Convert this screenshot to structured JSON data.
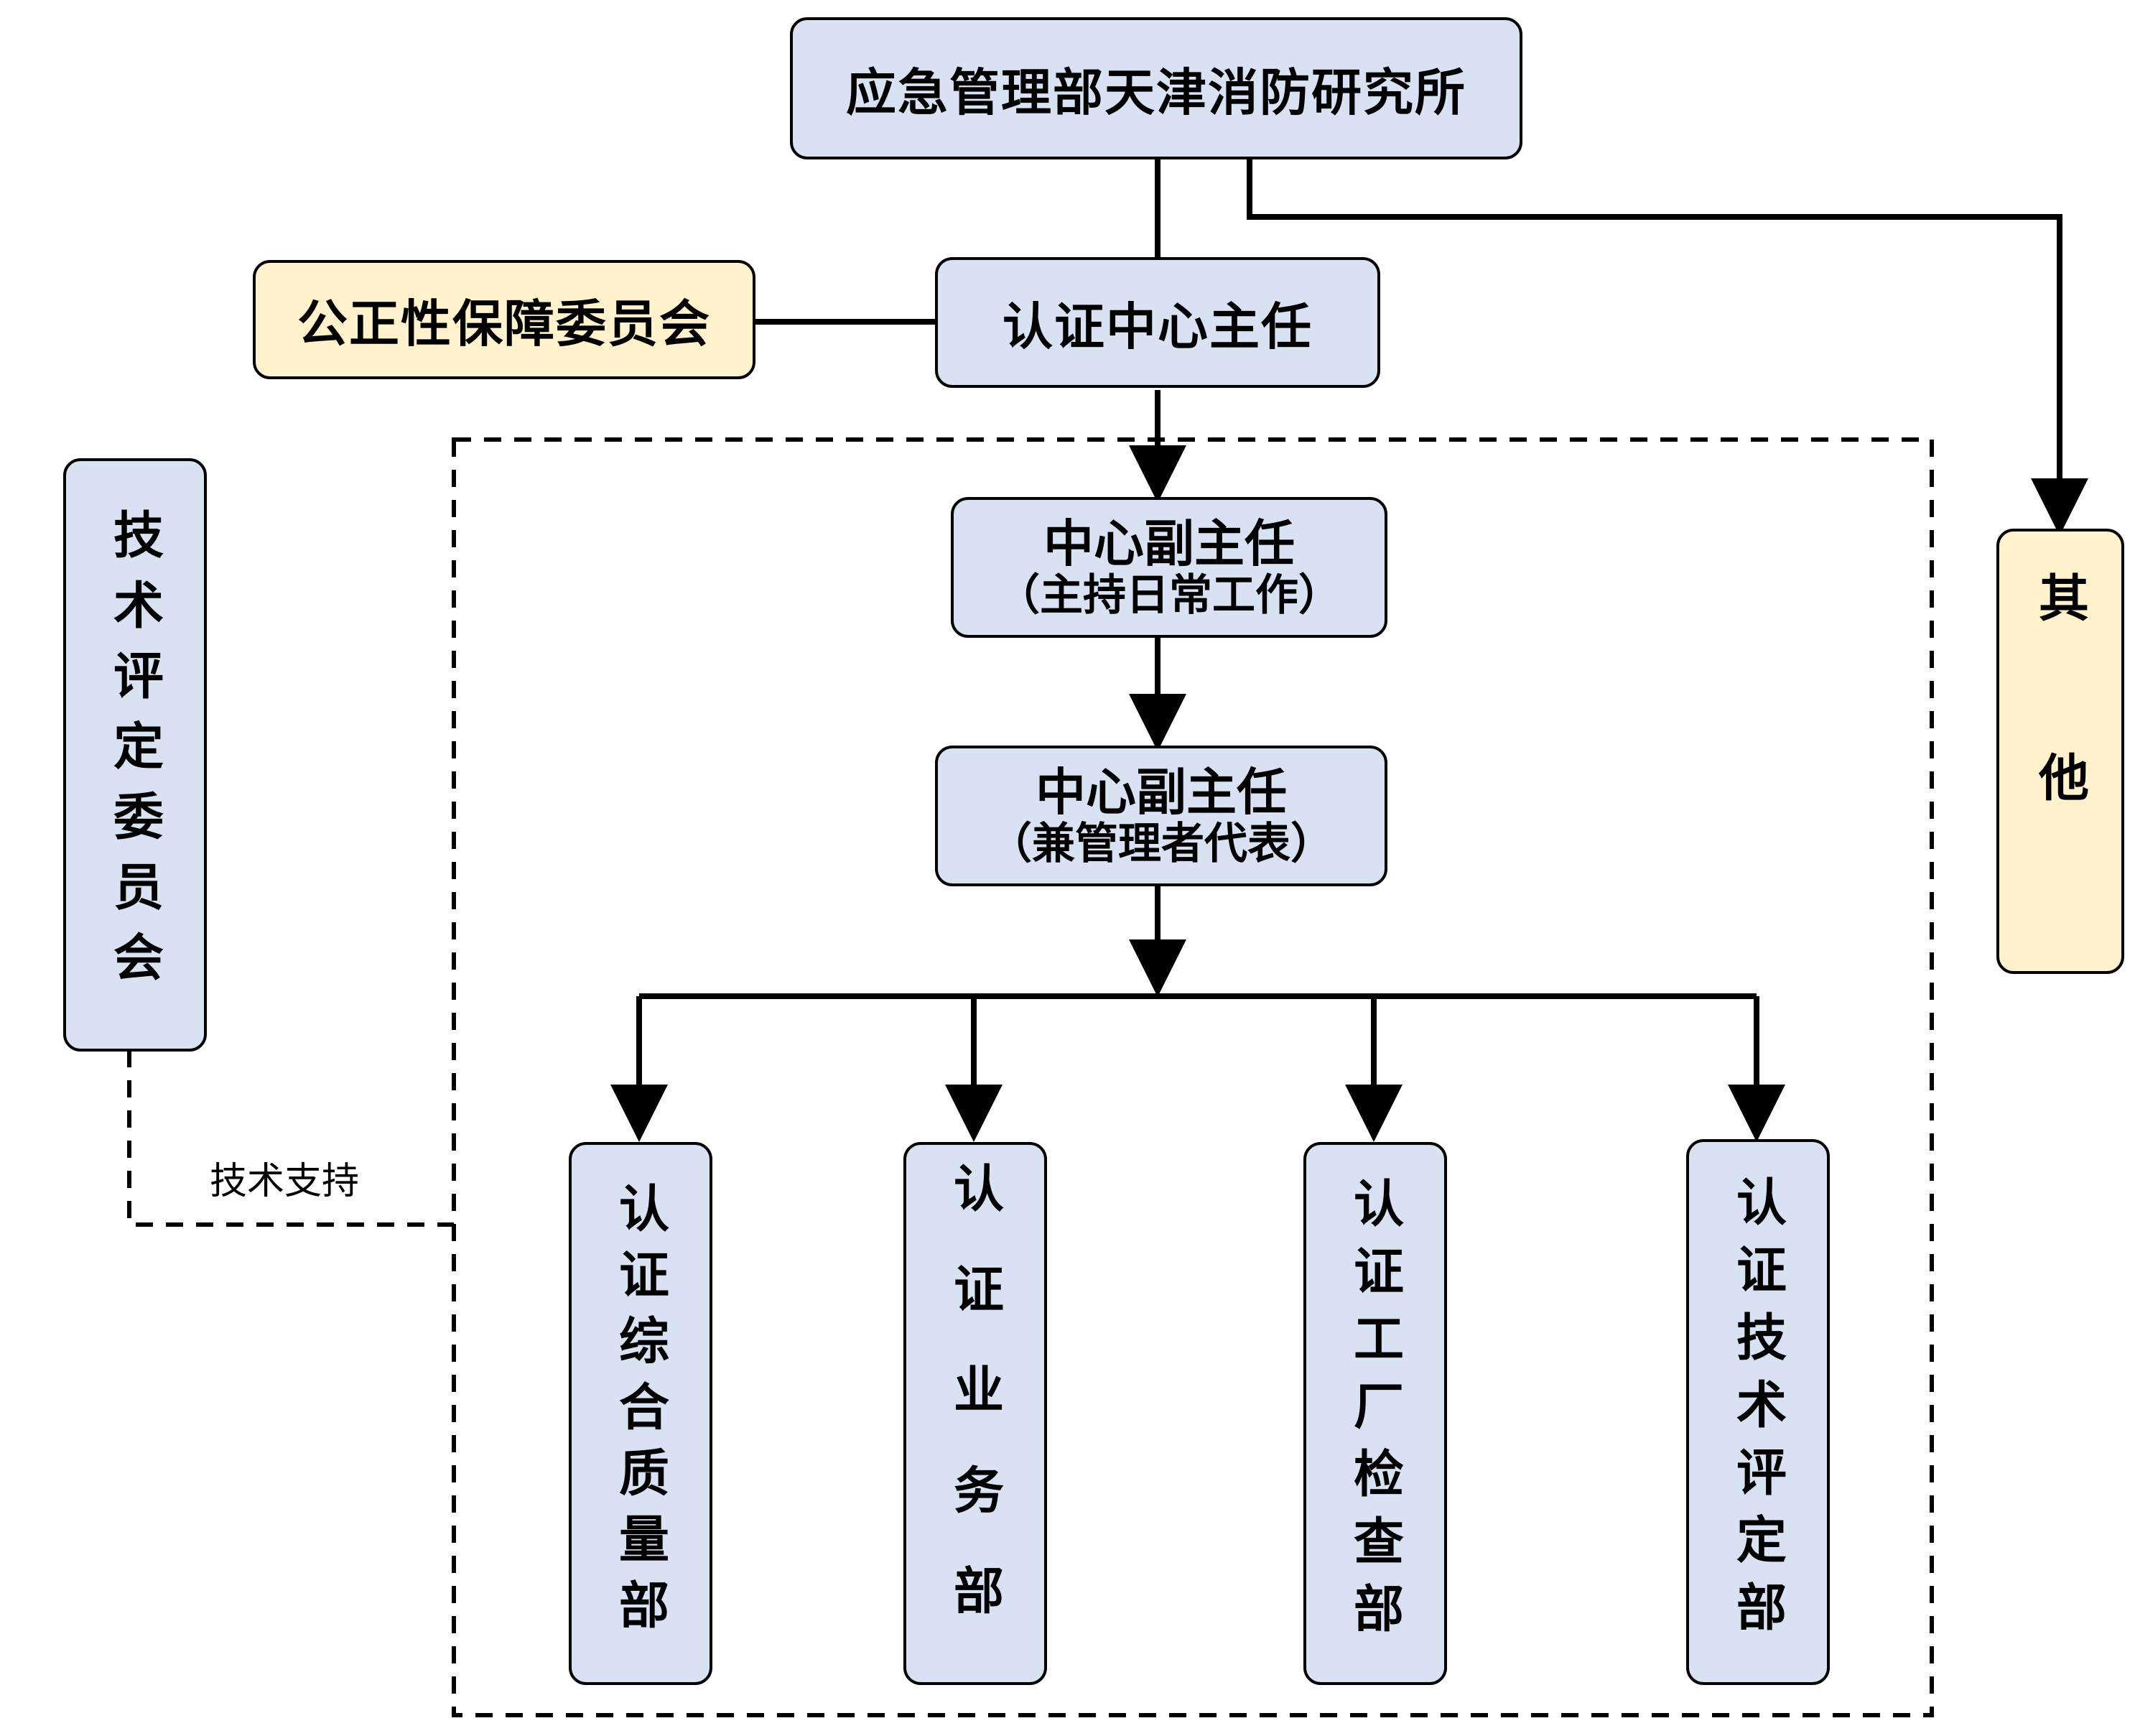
{
  "nodes": {
    "institute": "应急管理部天津消防研究所",
    "impartiality_committee": "公正性保障委员会",
    "center_director": "认证中心主任",
    "deputy_daily_l1": "中心副主任",
    "deputy_daily_l2": "（主持日常工作）",
    "deputy_mgmt_l1": "中心副主任",
    "deputy_mgmt_l2": "（兼管理者代表）",
    "tech_committee": "技术评定委员会",
    "other": "其他",
    "dept_quality": "认证综合质量部",
    "dept_business": "认证业务部",
    "dept_factory": "认证工厂检查部",
    "dept_tech": "认证技术评定部"
  },
  "edge_labels": {
    "tech_support": "技术支持"
  },
  "colors": {
    "box_blue": "#d9e2f2",
    "box_cream": "#fff2cc",
    "line": "#000000"
  }
}
